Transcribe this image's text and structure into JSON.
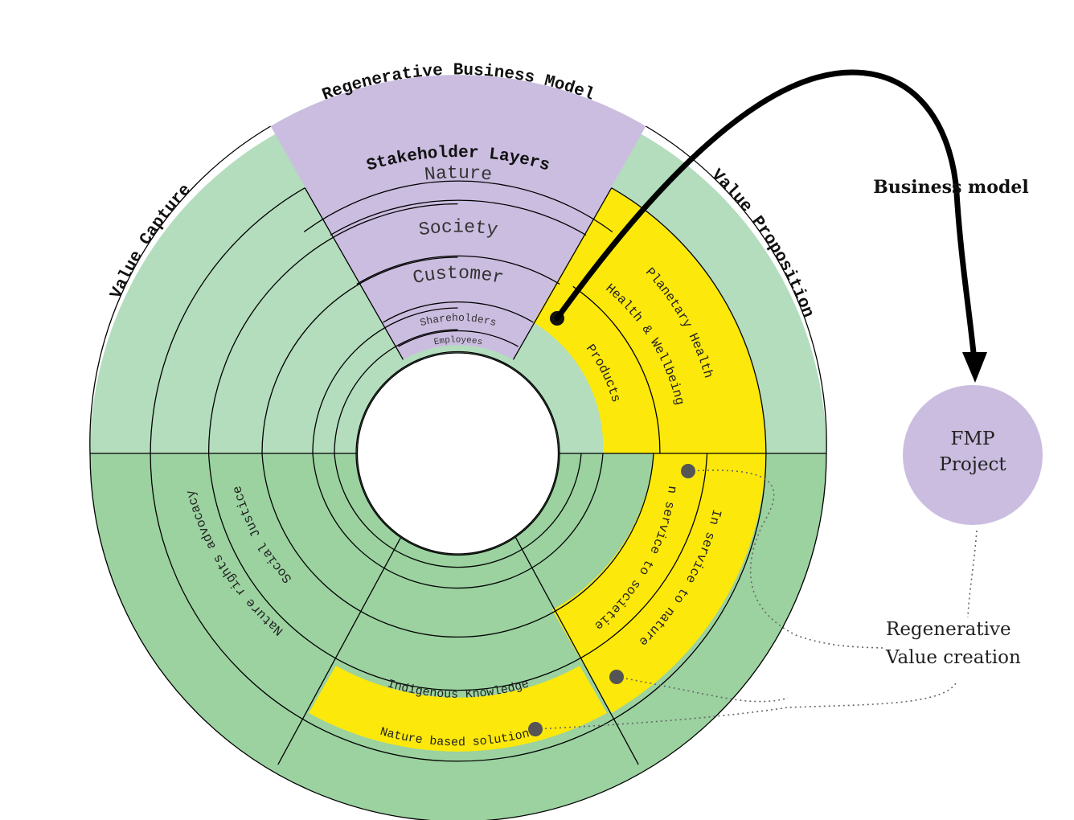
{
  "title": "Regenerative Business Model",
  "stakeholder_layers": {
    "heading": "Stakeholder Layers",
    "layers": [
      "Nature",
      "Society",
      "Customer",
      "Shareholders",
      "Employees"
    ]
  },
  "sections": {
    "value_capture": "Value Capture",
    "value_proposition": "Value Proposition"
  },
  "value_proposition_items": [
    "Planetary Health",
    "Health & Wellbeing",
    "Products"
  ],
  "value_capture_items": [
    "Social Justice",
    "Nature rights advocacy"
  ],
  "lower_items": {
    "in_service_to_societies": "In service to societies",
    "in_service_to_nature": "In service to nature",
    "indigenous_knowledge": "Indigenous Knowledge",
    "nature_based_solutions": "Nature based solutions"
  },
  "annotations": {
    "business_model": "Business model",
    "project_line1": "FMP",
    "project_line2": "Project",
    "value_creation_line1": "Regenerative",
    "value_creation_line2": "Value creation"
  },
  "colors": {
    "light_green": "#b3ddbd",
    "mid_green": "#9bd2a0",
    "purple": "#cbbde0",
    "yellow": "#fce80a",
    "dot": "#555555"
  }
}
